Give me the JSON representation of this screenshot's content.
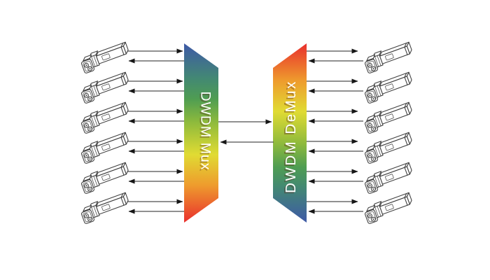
{
  "diagram": {
    "mux": {
      "label": "DWDM Mux"
    },
    "demux": {
      "label": "DWDM DeMux"
    },
    "transceivers": {
      "left_count": 6,
      "right_count": 6,
      "icon": "sfp-transceiver-icon"
    },
    "links": {
      "arrows_per_transceiver": 2,
      "trunk_arrow_count": 2
    }
  },
  "colors": {
    "spectrum": [
      "#3e59a7",
      "#438972",
      "#4f9d52",
      "#8eba3c",
      "#e0db33",
      "#ee9c2d",
      "#e92f2d"
    ],
    "mux_stop_offsets": [
      0,
      0.2,
      0.31,
      0.44,
      0.62,
      0.79,
      1
    ],
    "demux_stop_offsets": [
      0,
      0.21,
      0.38,
      0.56,
      0.69,
      0.8,
      1
    ],
    "arrow_line": "#4f4f4f",
    "arrow_head": "#161616",
    "module_line": "#404040",
    "label_text": "#ffffff",
    "label_shadow": "rgba(90,40,30,0.40)",
    "background": "#ffffff"
  }
}
